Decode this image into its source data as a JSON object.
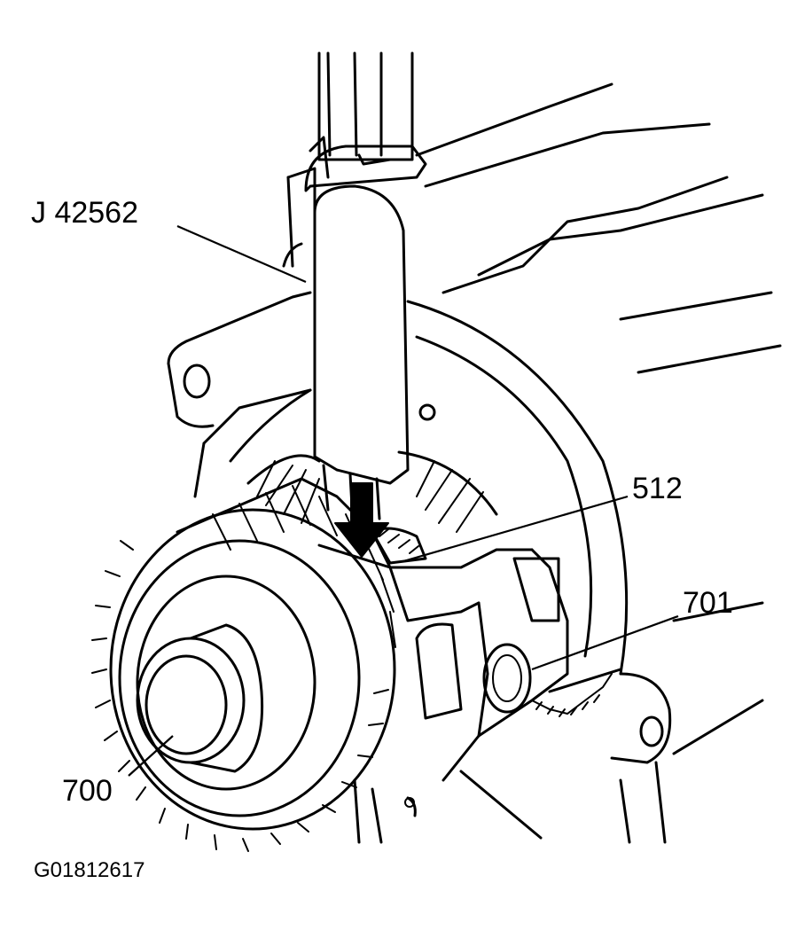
{
  "callouts": {
    "tool": "J 42562",
    "part_512": "512",
    "part_701": "701",
    "part_700": "700"
  },
  "figure_id": "G01812617",
  "colors": {
    "line": "#000000",
    "background": "#ffffff",
    "stipple": "#000000"
  }
}
